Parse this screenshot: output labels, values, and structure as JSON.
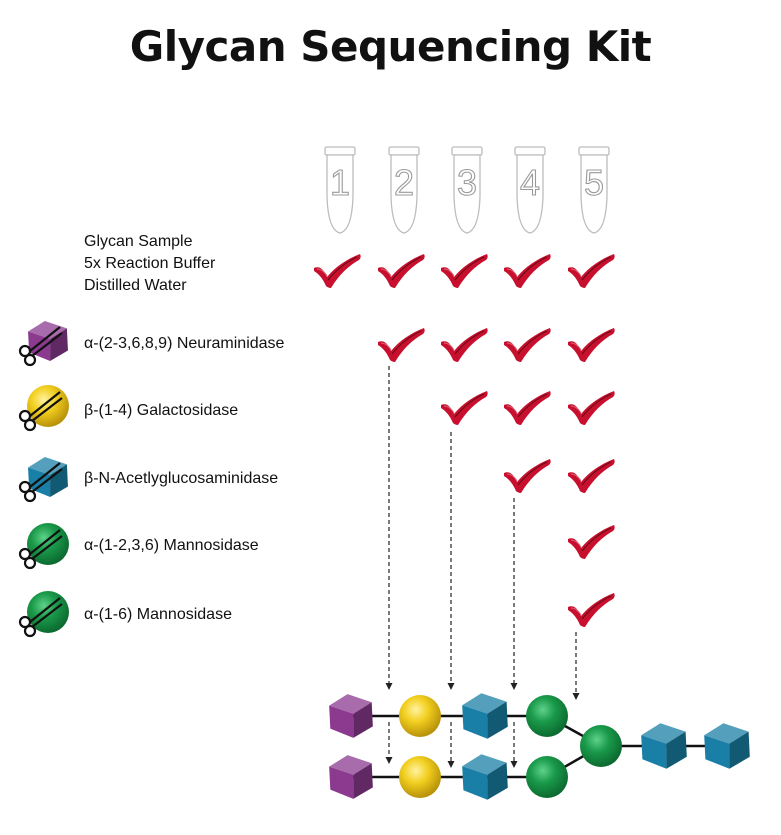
{
  "title": "Glycan Sequencing Kit",
  "tubes": [
    "1",
    "2",
    "3",
    "4",
    "5"
  ],
  "base_reagents": [
    "Glycan Sample",
    "5x Reaction Buffer",
    "Distilled Water"
  ],
  "enzymes": [
    {
      "label": "α-(2-3,6,8,9) Neuraminidase",
      "icon": "purple-cube-scissors-icon",
      "color": "#8b3a8f",
      "tubes": [
        2,
        3,
        4,
        5
      ]
    },
    {
      "label": "β-(1-4) Galactosidase",
      "icon": "yellow-sphere-scissors-icon",
      "color": "#e8c51a",
      "tubes": [
        3,
        4,
        5
      ]
    },
    {
      "label": "β-N-Acetlyglucosaminidase",
      "icon": "blue-cube-scissors-icon",
      "color": "#1a7fa6",
      "tubes": [
        4,
        5
      ]
    },
    {
      "label": "α-(1-2,3,6) Mannosidase",
      "icon": "green-sphere-scissors-icon",
      "color": "#1a9a4a",
      "tubes": [
        5
      ]
    },
    {
      "label": "α-(1-6) Mannosidase",
      "icon": "green-sphere-scissors-icon",
      "color": "#1a9a4a",
      "tubes": [
        5
      ]
    }
  ],
  "colors": {
    "check": "#c8102e",
    "sialic": "#8b3a8f",
    "galactose": "#e8c51a",
    "glcnac": "#1a7fa6",
    "mannose": "#1a9a4a"
  }
}
